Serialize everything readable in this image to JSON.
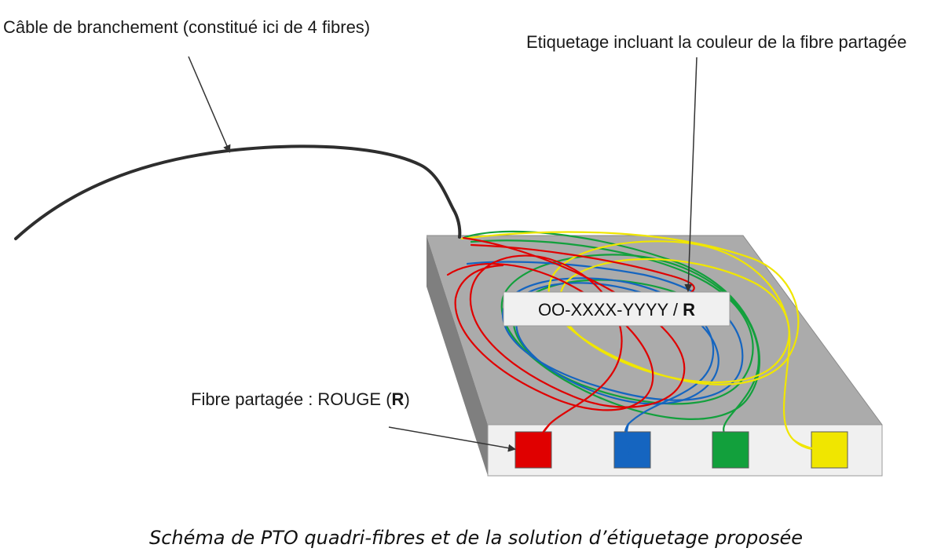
{
  "annotations": {
    "cable": "Câble de branchement (constitué ici de 4 fibres)",
    "labeling": "Etiquetage incluant la couleur de la fibre partagée",
    "shared_fiber_prefix": "Fibre partagée : ROUGE (",
    "shared_fiber_letter": "R",
    "shared_fiber_suffix": ")"
  },
  "label": {
    "code": "OO-XXXX-YYYY / ",
    "letter": "R"
  },
  "caption": "Schéma de PTO quadri-fibres et de la solution d’étiquetage proposée",
  "ports": [
    {
      "name": "port-red",
      "color": "#e00000"
    },
    {
      "name": "port-blue",
      "color": "#1565c0"
    },
    {
      "name": "port-green",
      "color": "#12a03c"
    },
    {
      "name": "port-yellow",
      "color": "#f0e600"
    }
  ],
  "colors": {
    "box_top": "#ababab",
    "box_side": "#7f7f7f",
    "box_front": "#f0f0f0",
    "label_fill": "#f0f0f0",
    "fiber_red": "#e00000",
    "fiber_blue": "#1565c0",
    "fiber_green": "#12a03c",
    "fiber_yellow": "#f0e600"
  }
}
